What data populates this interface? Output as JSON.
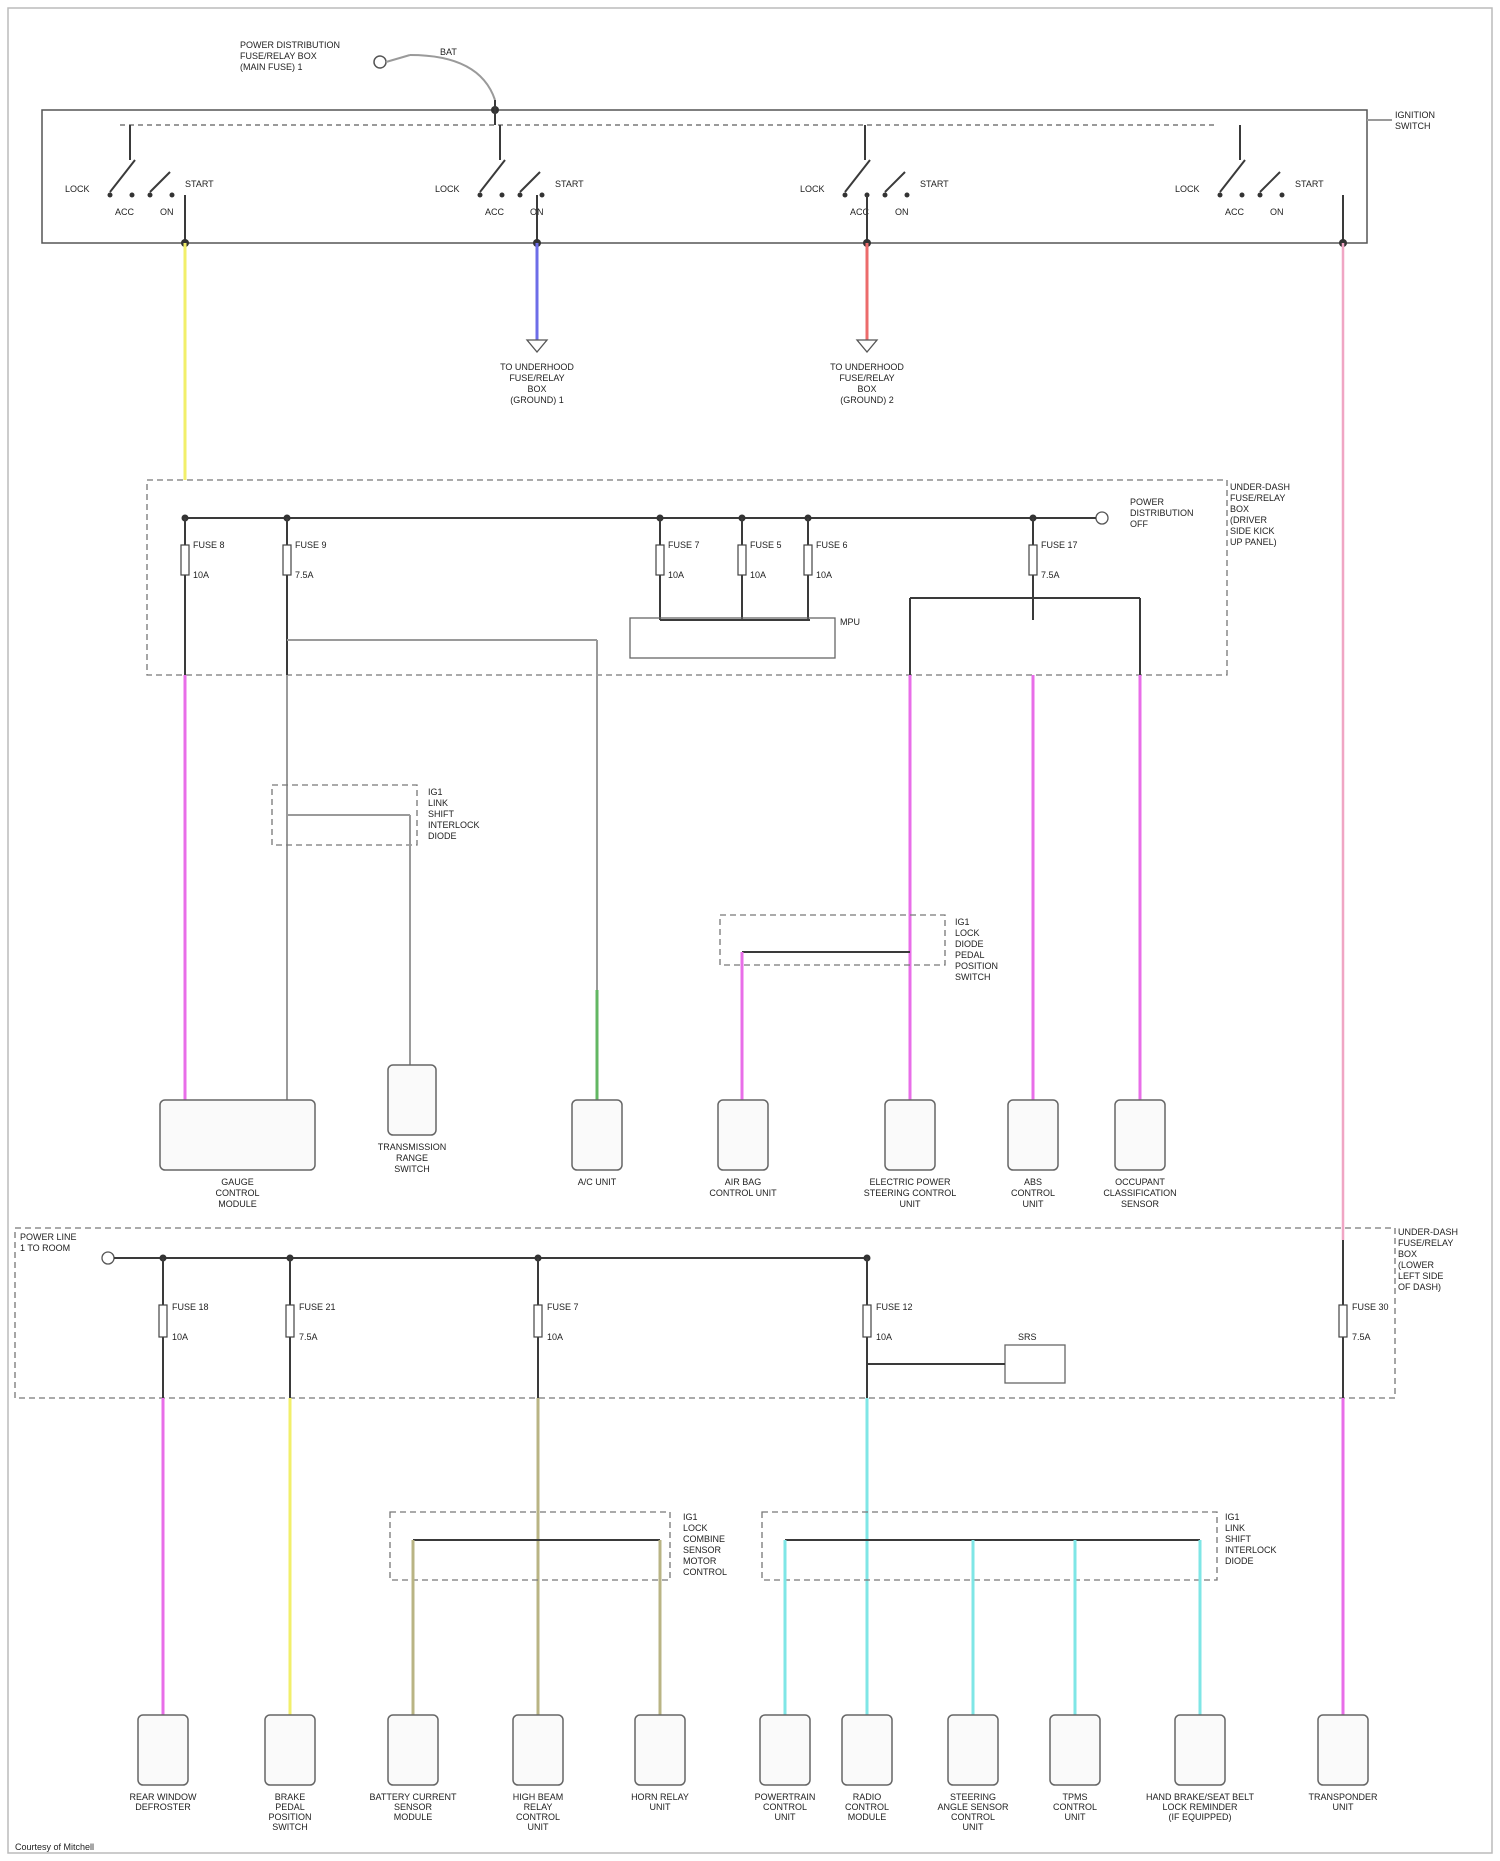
{
  "colors": {
    "yellow": "#f2ef6a",
    "blue": "#6d6de8",
    "red": "#ec6b6b",
    "pink": "#f0a6c4",
    "magenta": "#e86ee8",
    "green": "#63b763",
    "olive": "#b9b484",
    "cyan": "#7fe6e6"
  },
  "top": {
    "source_label": "POWER DISTRIBUTION\nFUSE/RELAY BOX\n(MAIN FUSE) 1",
    "bat_label": "BAT",
    "switch_label": "IGNITION\nSWITCH",
    "contacts": [
      "LOCK",
      "ACC",
      "ON",
      "START"
    ]
  },
  "ground_refs": [
    {
      "text": "TO UNDERHOOD\nFUSE/RELAY\nBOX\n(GROUND) 1"
    },
    {
      "text": "TO UNDERHOOD\nFUSE/RELAY\nBOX\n(GROUND) 2"
    }
  ],
  "upper_box": {
    "title": "UNDER-DASH\nFUSE/RELAY\nBOX\n(DRIVER\nSIDE KICK\nUP PANEL)",
    "power_note": "POWER\nDISTRIBUTION\nOFF",
    "fuses": [
      {
        "name": "FUSE 8",
        "amp": "10A"
      },
      {
        "name": "FUSE 9",
        "amp": "7.5A"
      },
      {
        "name": "FUSE 7",
        "amp": "10A"
      },
      {
        "name": "FUSE 5",
        "amp": "10A"
      },
      {
        "name": "FUSE 6",
        "amp": "10A"
      },
      {
        "name": "FUSE 17",
        "amp": "7.5A"
      }
    ],
    "relay_label": "MPU"
  },
  "junctions": [
    {
      "text": "IG1\nLINK\nSHIFT\nINTERLOCK\nDIODE"
    },
    {
      "text": "IG1\nLOCK\nDIODE\nPEDAL\nPOSITION\nSWITCH"
    }
  ],
  "upper_components": [
    {
      "label": "GAUGE\nCONTROL\nMODULE"
    },
    {
      "label": "TRANSMISSION\nRANGE\nSWITCH"
    },
    {
      "label": "A/C UNIT"
    },
    {
      "label": "AIR BAG\nCONTROL UNIT"
    },
    {
      "label": "ELECTRIC POWER\nSTEERING CONTROL\nUNIT"
    },
    {
      "label": "ABS\nCONTROL\nUNIT"
    },
    {
      "label": "OCCUPANT\nCLASSIFICATION\nSENSOR"
    }
  ],
  "lower_box": {
    "title_left": "POWER LINE\n1 TO ROOM",
    "title_right": "UNDER-DASH\nFUSE/RELAY\nBOX\n(LOWER\nLEFT SIDE\nOF DASH)",
    "fuses": [
      {
        "name": "FUSE 18",
        "amp": "10A"
      },
      {
        "name": "FUSE 21",
        "amp": "7.5A"
      },
      {
        "name": "FUSE 7",
        "amp": "10A"
      },
      {
        "name": "FUSE 12",
        "amp": "10A"
      },
      {
        "name": "FUSE 30",
        "amp": "7.5A"
      }
    ],
    "relay_label": "SRS"
  },
  "lower_junctions": [
    {
      "text": "IG1\nLOCK\nCOMBINE\nSENSOR\nMOTOR\nCONTROL"
    },
    {
      "text": "IG1\nLINK\nSHIFT\nINTERLOCK\nDIODE"
    }
  ],
  "lower_components": [
    {
      "label": "REAR WINDOW\nDEFROSTER"
    },
    {
      "label": "BRAKE\nPEDAL\nPOSITION\nSWITCH"
    },
    {
      "label": "BATTERY CURRENT\nSENSOR\nMODULE"
    },
    {
      "label": "HIGH BEAM\nRELAY\nCONTROL\nUNIT"
    },
    {
      "label": "HORN RELAY\nUNIT"
    },
    {
      "label": "POWERTRAIN\nCONTROL\nUNIT"
    },
    {
      "label": "RADIO\nCONTROL\nMODULE"
    },
    {
      "label": "STEERING\nANGLE SENSOR\nCONTROL\nUNIT"
    },
    {
      "label": "TPMS\nCONTROL\nUNIT"
    },
    {
      "label": "HAND BRAKE/SEAT BELT\nLOCK REMINDER\n(IF EQUIPPED)"
    },
    {
      "label": "TRANSPONDER\nUNIT"
    }
  ],
  "footer": "Courtesy of Mitchell"
}
